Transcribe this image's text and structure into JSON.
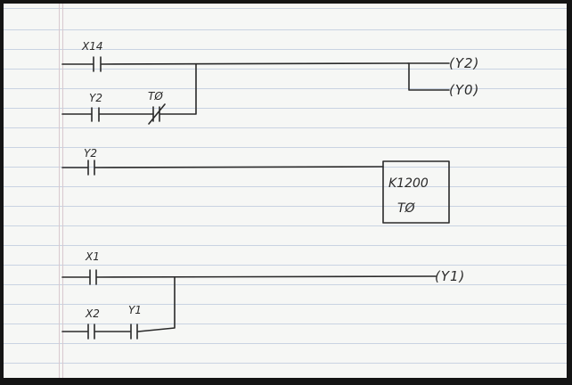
{
  "diagram": {
    "rung1": {
      "contact_main": "X14",
      "contact_branch_a": "Y2",
      "contact_branch_b": "TØ",
      "coil_top": "(Y2)",
      "coil_bottom": "(Y0)"
    },
    "rung2": {
      "contact": "Y2",
      "timer_preset": "K1200",
      "timer_name": "TØ"
    },
    "rung3": {
      "contact_main": "X1",
      "contact_branch_a": "X2",
      "contact_branch_b": "Y1",
      "coil": "(Y1)"
    }
  }
}
